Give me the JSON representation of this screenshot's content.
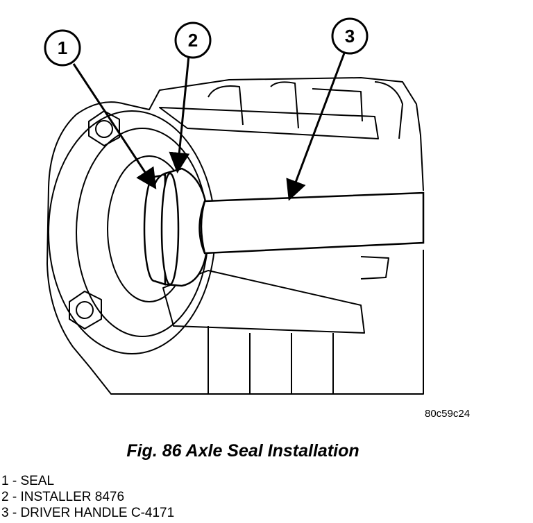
{
  "figure": {
    "image_id": "80c59c24",
    "caption": "Fig. 86 Axle Seal Installation",
    "callouts": [
      {
        "number": "1",
        "label": "SEAL"
      },
      {
        "number": "2",
        "label": "INSTALLER 8476"
      },
      {
        "number": "3",
        "label": "DRIVER HANDLE C-4171"
      }
    ]
  },
  "legend": [
    "1 - SEAL",
    "2 - INSTALLER 8476",
    "3 - DRIVER HANDLE C-4171"
  ]
}
